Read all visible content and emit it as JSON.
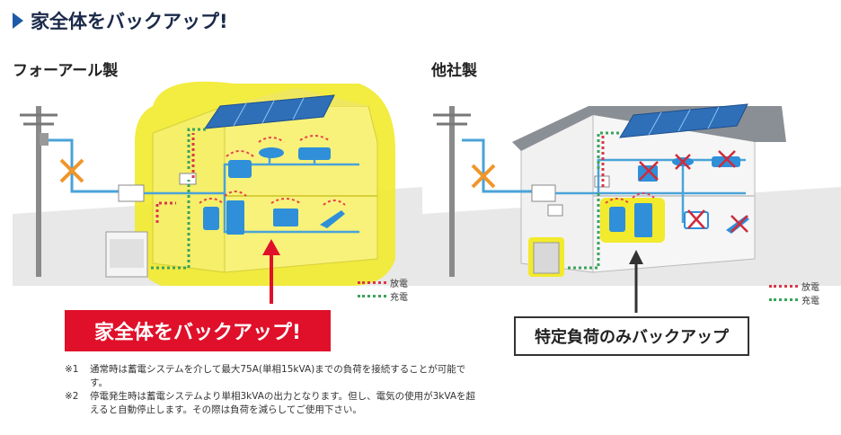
{
  "heading": "家全体をバックアップ!",
  "left_label": "フォーアール製",
  "right_label": "他社製",
  "left_callout": "家全体をバックアップ!",
  "right_callout": "特定負荷のみバックアップ",
  "legend": {
    "discharge": "放電",
    "charge": "充電"
  },
  "colors": {
    "discharge": "#d8384a",
    "charge": "#3aa35c",
    "highlight": "#f2ea2c",
    "accent_red": "#e0102a",
    "wire": "#4aa3d8"
  },
  "notes": [
    {
      "mark": "※1",
      "text": "通常時は蓄電システムを介して最大75A(単相15kVA)までの負荷を接続することが可能です。"
    },
    {
      "mark": "※2",
      "text": "停電発生時は蓄電システムより単相3kVAの出力となります。但し、電気の使用が3kVAを超えると自動停止します。その際は負荷を減らしてご使用下さい。"
    }
  ]
}
